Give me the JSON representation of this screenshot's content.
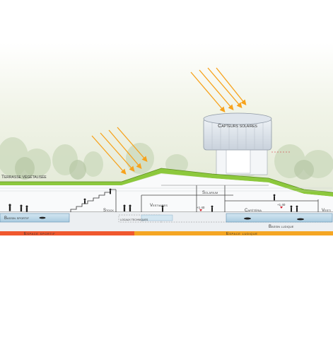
{
  "labels": {
    "capteurs": "Capteurs solaires",
    "terrasse": "Terrasse végétalisée",
    "solarium": "Solarium",
    "stock": "Stock",
    "vestiaires": "Vestiaires",
    "vestiaires_right": "Vesti",
    "cafeteria": "Cafétéria",
    "locaux": "LOCAUX TECHNIQUES",
    "bassin_sportif": "Bassin sportif",
    "bassin_ludique": "Bassin ludique",
    "level_a": "+1.40",
    "level_b": "+1.40"
  },
  "bands": {
    "sportif": "Espace sportif",
    "ludique": "Espace ludique"
  },
  "colors": {
    "sportif_band": "#f0582e",
    "ludique_band": "#f5a623",
    "sun_arrow": "#f7a21b",
    "roof_green": "#8cc83c",
    "water": "#bcd9ea",
    "capteurs_text": "#7a3fa0",
    "level_marker": "#d0202a"
  },
  "icons": [
    "sun-ray-arrow",
    "person-figure",
    "level-marker-icon"
  ]
}
